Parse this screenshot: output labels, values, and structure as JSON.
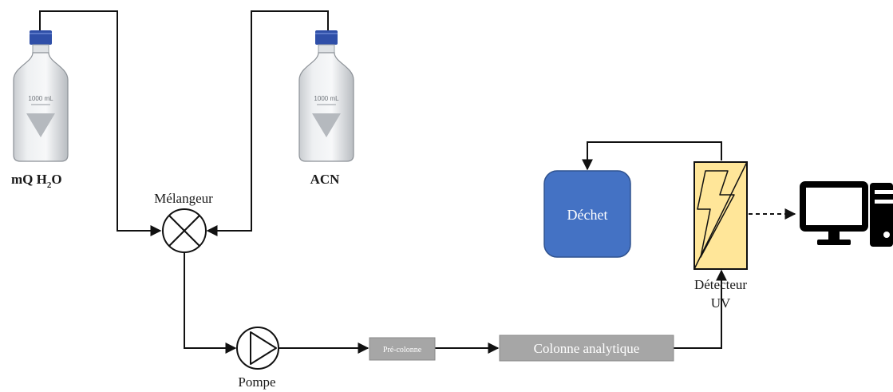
{
  "bottles": {
    "left": {
      "label_main": "mQ H",
      "label_sub": "2",
      "label_end": "O",
      "volume": "1000 mL"
    },
    "right": {
      "label": "ACN",
      "volume": "1000 mL"
    }
  },
  "mixer": {
    "label": "Mélangeur"
  },
  "pump": {
    "label": "Pompe"
  },
  "precolumn": {
    "label": "Pré-colonne"
  },
  "column": {
    "label": "Colonne analytique"
  },
  "waste": {
    "label": "Déchet"
  },
  "detector": {
    "label_line1": "Détecteur",
    "label_line2": "UV"
  },
  "colors": {
    "line": "#111111",
    "waste_fill": "#4472c4",
    "box_fill": "#a6a6a6",
    "detector_fill": "#ffe699",
    "cap": "#2f4fa8"
  },
  "icons": [
    "bottle-icon",
    "mixer-icon",
    "pump-icon",
    "lightning-icon",
    "computer-icon"
  ]
}
